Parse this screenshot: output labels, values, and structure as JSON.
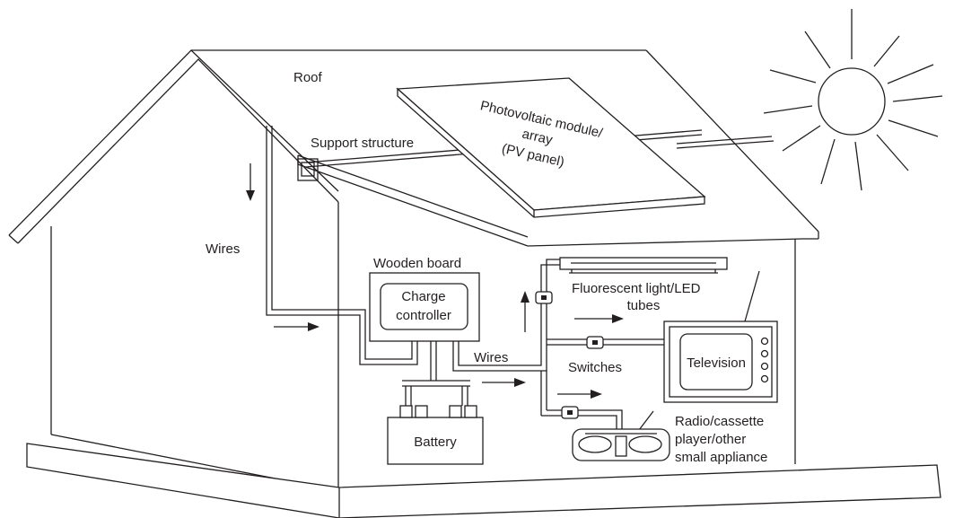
{
  "labels": {
    "roof": "Roof",
    "support_structure": "Support structure",
    "pv_line1": "Photovoltaic module/",
    "pv_line2": "array",
    "pv_line3": "(PV panel)",
    "wires_left": "Wires",
    "wooden_board": "Wooden board",
    "charge_line1": "Charge",
    "charge_line2": "controller",
    "wires_mid": "Wires",
    "battery": "Battery",
    "fluorescent_line1": "Fluorescent light/LED",
    "fluorescent_line2": "tubes",
    "switches": "Switches",
    "television": "Television",
    "radio_line1": "Radio/cassette",
    "radio_line2": "player/other",
    "radio_line3": "small appliance"
  },
  "icons": {
    "sun": "sun-icon",
    "arrow": "arrow-icon"
  }
}
